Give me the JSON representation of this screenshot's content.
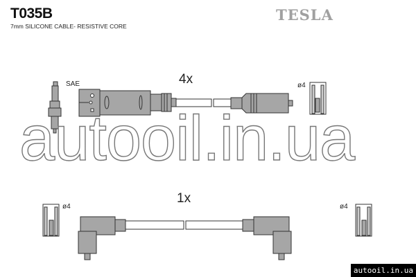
{
  "header": {
    "part_number": "T035B",
    "description": "7mm SILICONE CABLE- RESISTIVE CORE",
    "brand_logo": "TESLA"
  },
  "top_set": {
    "quantity": "4x",
    "plug_label": "SAE",
    "terminal_label": "ø4"
  },
  "bottom_set": {
    "quantity": "1x",
    "left_terminal_label": "ø4",
    "right_terminal_label": "ø4"
  },
  "watermark": "autooil.in.ua",
  "badge": "autooil.in.ua",
  "colors": {
    "part_fill": "#a6a6a6",
    "outline": "#333333",
    "brand": "#a0a0a0"
  }
}
